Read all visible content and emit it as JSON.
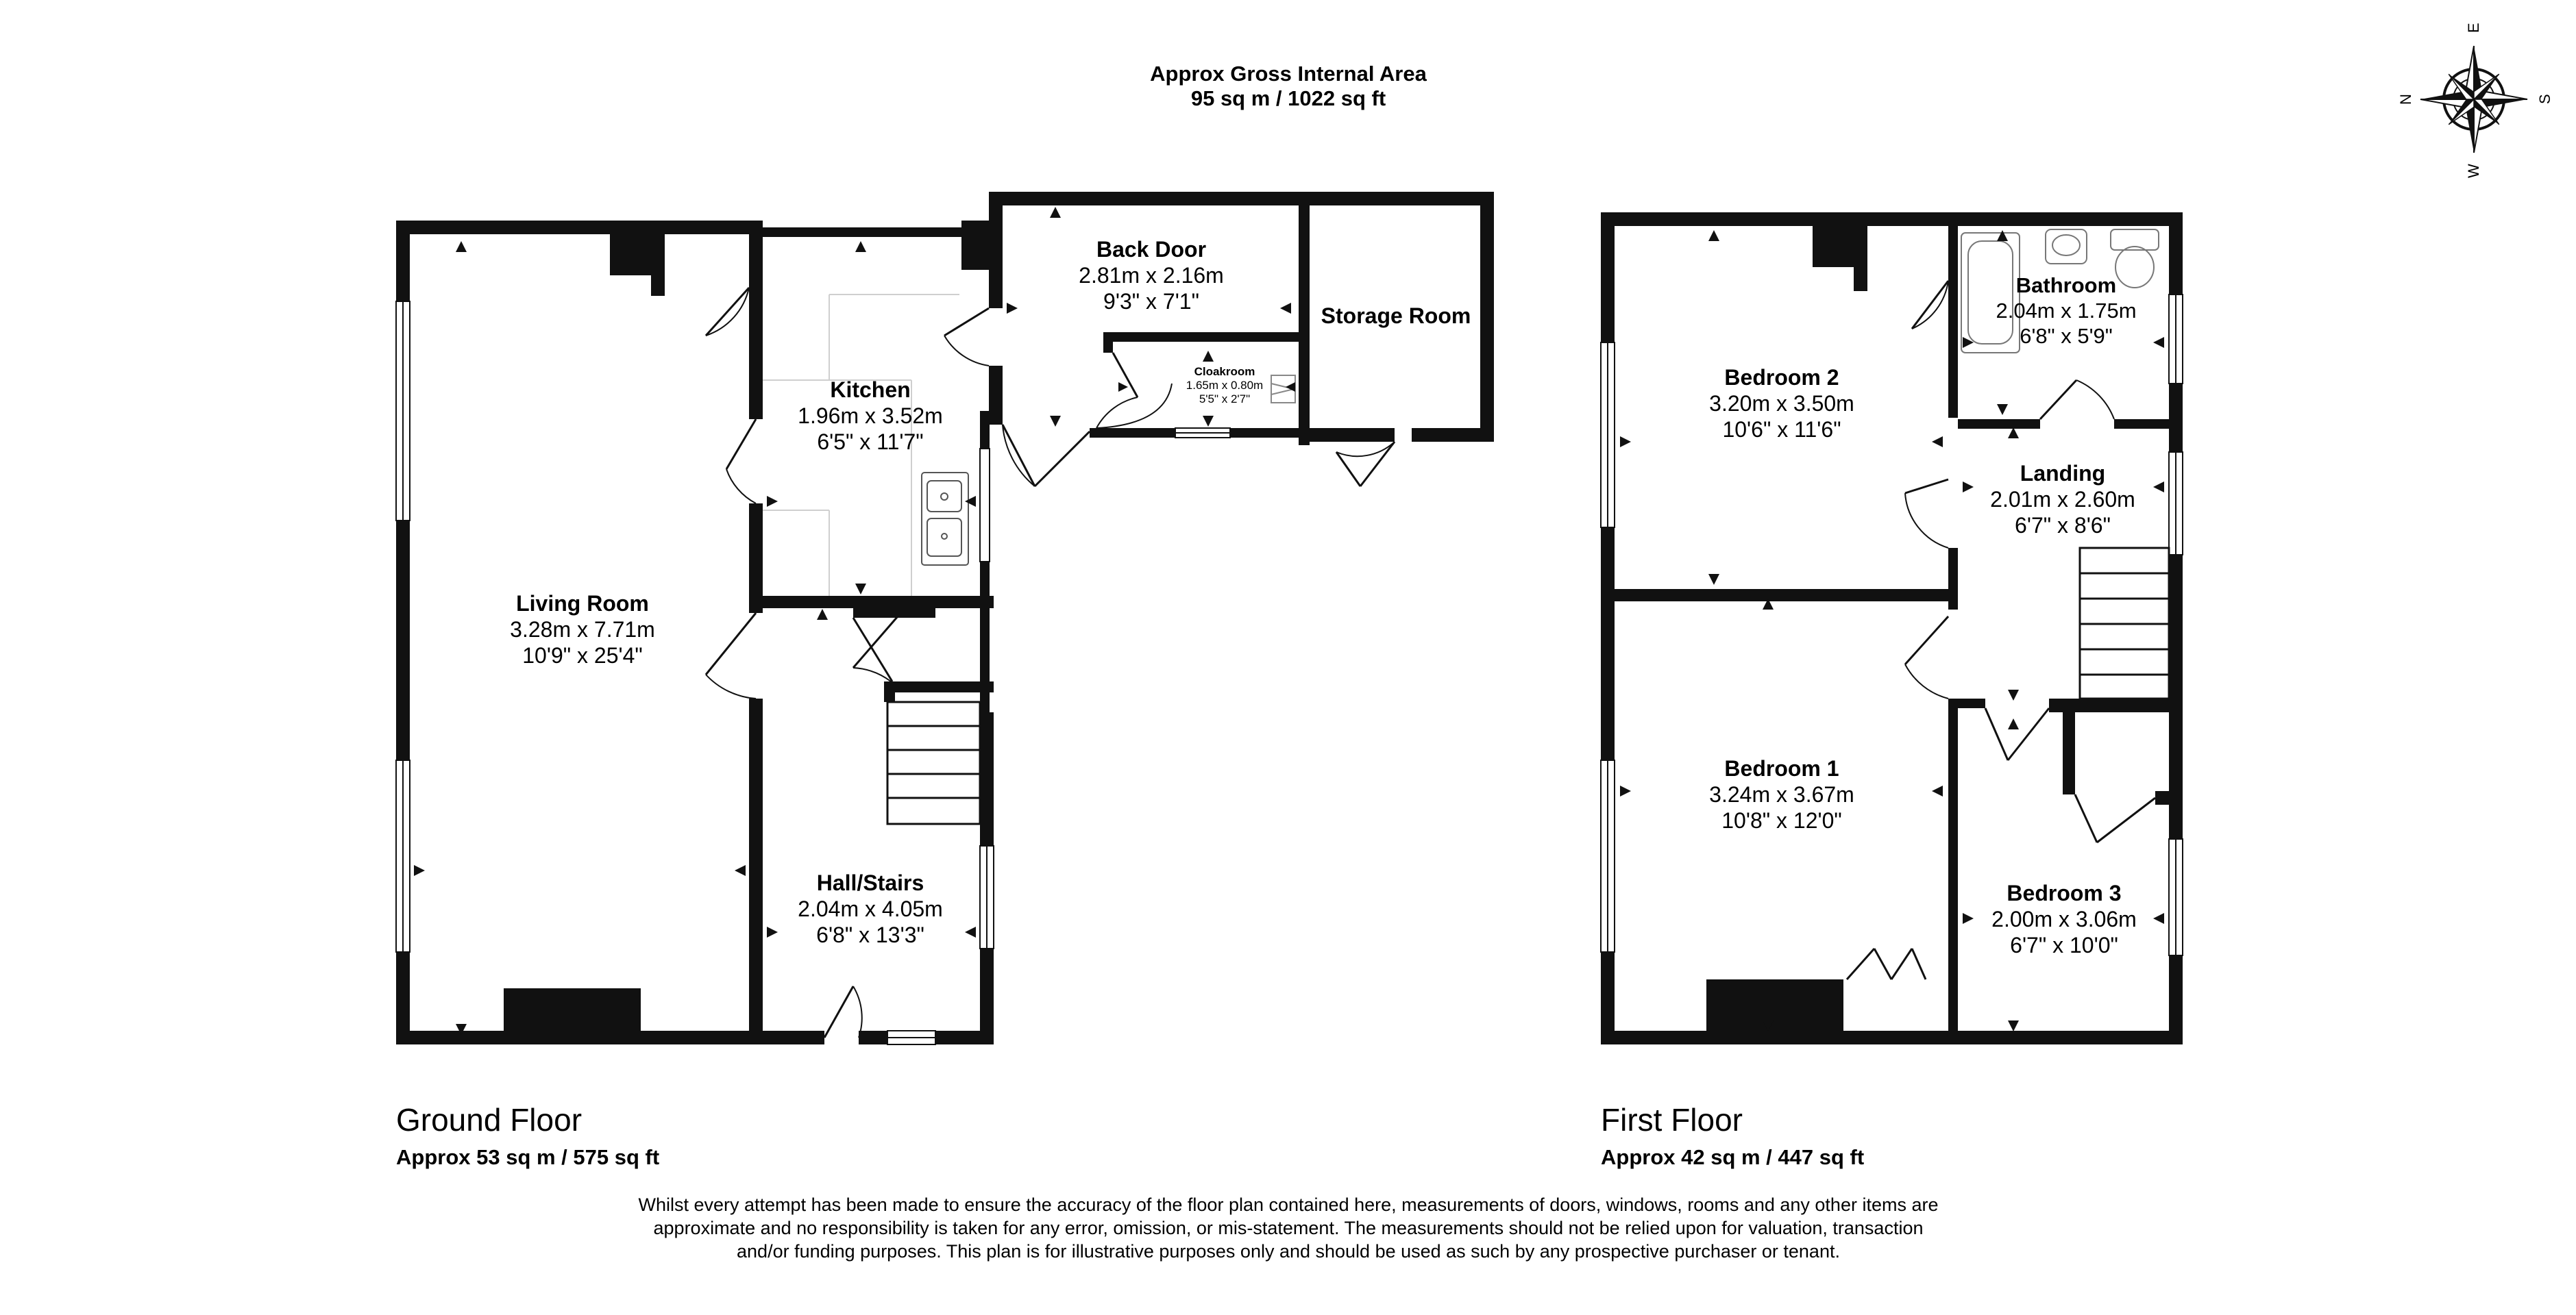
{
  "header": {
    "line1": "Approx Gross Internal Area",
    "line2": "95 sq m / 1022 sq ft"
  },
  "compass": {
    "n": "N",
    "e": "E",
    "s": "S",
    "w": "W"
  },
  "ground_floor": {
    "title": "Ground Floor",
    "area": "Approx 53 sq m / 575 sq ft",
    "rooms": {
      "living_room": {
        "name": "Living Room",
        "metric": "3.28m x 7.71m",
        "imperial": "10'9\" x 25'4\""
      },
      "kitchen": {
        "name": "Kitchen",
        "metric": "1.96m x 3.52m",
        "imperial": "6'5\" x 11'7\""
      },
      "back_door": {
        "name": "Back Door",
        "metric": "2.81m x 2.16m",
        "imperial": "9'3\" x 7'1\""
      },
      "cloakroom": {
        "name": "Cloakroom",
        "metric": "1.65m x 0.80m",
        "imperial": "5'5\" x 2'7\""
      },
      "storage_room": {
        "name": "Storage Room"
      },
      "hall_stairs": {
        "name": "Hall/Stairs",
        "metric": "2.04m x 4.05m",
        "imperial": "6'8\" x 13'3\""
      }
    }
  },
  "first_floor": {
    "title": "First Floor",
    "area": "Approx 42 sq m / 447 sq ft",
    "rooms": {
      "bedroom_2": {
        "name": "Bedroom 2",
        "metric": "3.20m x 3.50m",
        "imperial": "10'6\" x 11'6\""
      },
      "bathroom": {
        "name": "Bathroom",
        "metric": "2.04m x 1.75m",
        "imperial": "6'8\" x 5'9\""
      },
      "landing": {
        "name": "Landing",
        "metric": "2.01m x 2.60m",
        "imperial": "6'7\" x 8'6\""
      },
      "bedroom_1": {
        "name": "Bedroom 1",
        "metric": "3.24m x 3.67m",
        "imperial": "10'8\" x 12'0\""
      },
      "bedroom_3": {
        "name": "Bedroom 3",
        "metric": "2.00m x 3.06m",
        "imperial": "6'7\" x 10'0\""
      }
    }
  },
  "disclaimer": "Whilst every attempt has been made to ensure the accuracy of the floor plan contained here, measurements of doors, windows, rooms and any other items are approximate and no responsibility is taken for any error, omission, or mis-statement. The measurements should not be relied upon for valuation, transaction and/or funding purposes. This plan is for illustrative purposes only and should be used as such by any prospective purchaser or tenant."
}
